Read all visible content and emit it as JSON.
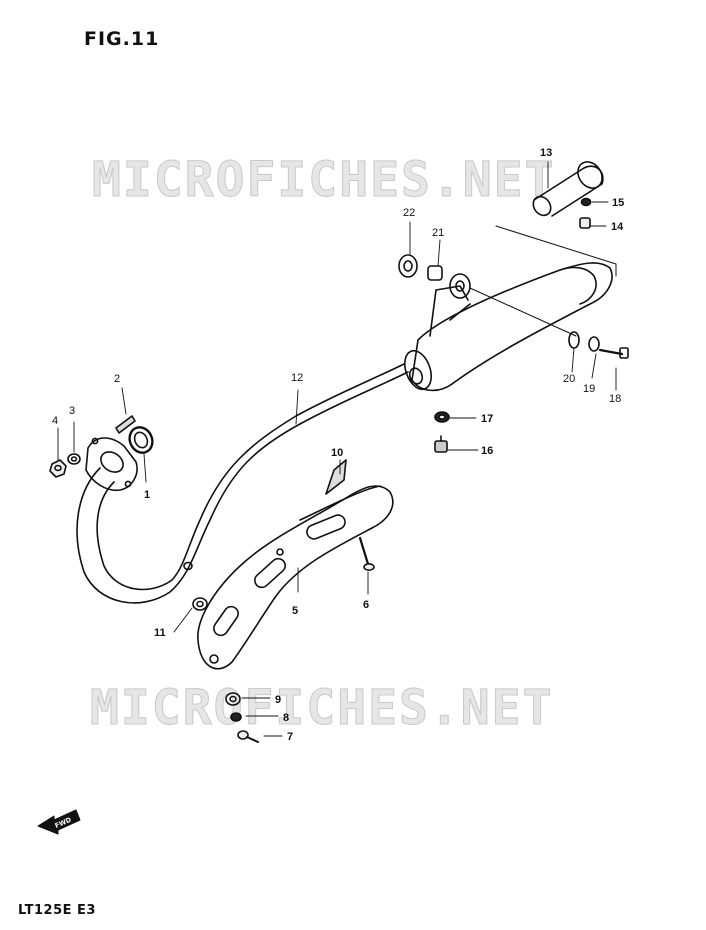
{
  "figure": {
    "title": "FIG.11"
  },
  "footer": {
    "model_code": "LT125E  E3"
  },
  "watermark": {
    "text": "MICROFICHES.NET"
  },
  "front_indicator": {
    "label": "FWD",
    "icon": "arrow-left-icon"
  },
  "callouts": [
    {
      "num": "1"
    },
    {
      "num": "2"
    },
    {
      "num": "3"
    },
    {
      "num": "4"
    },
    {
      "num": "5"
    },
    {
      "num": "6"
    },
    {
      "num": "7"
    },
    {
      "num": "8"
    },
    {
      "num": "9"
    },
    {
      "num": "10"
    },
    {
      "num": "11"
    },
    {
      "num": "12"
    },
    {
      "num": "13"
    },
    {
      "num": "14"
    },
    {
      "num": "15"
    },
    {
      "num": "16"
    },
    {
      "num": "17"
    },
    {
      "num": "18"
    },
    {
      "num": "19"
    },
    {
      "num": "20"
    },
    {
      "num": "21"
    },
    {
      "num": "22"
    }
  ]
}
